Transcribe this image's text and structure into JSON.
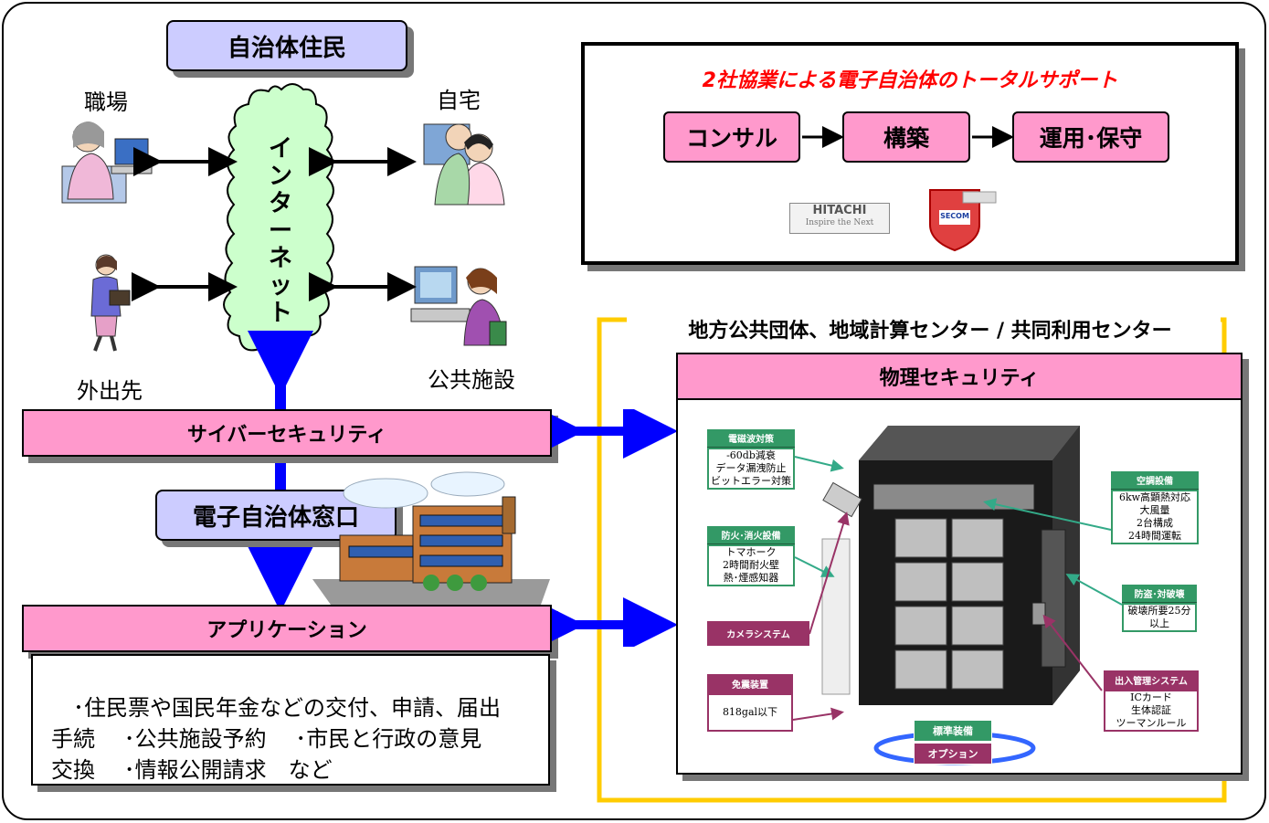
{
  "residents_label": "自治体住民",
  "locations": {
    "workplace": "職場",
    "home": "自宅",
    "outside": "外出先",
    "public_facility": "公共施設"
  },
  "internet_label": "インターネット",
  "total_support": {
    "title": "2社協業による電子自治体のトータルサポート",
    "steps": [
      "コンサル",
      "構築",
      "運用･保守"
    ],
    "logo_hitachi": [
      "HITACHI",
      "Inspire the Next"
    ],
    "logo_secom": "SECOM"
  },
  "cyber_security_label": "サイバーセキュリティ",
  "e_gov_window_label": "電子自治体窓口",
  "application_label": "アプリケーション",
  "application_text": [
    "･住民票や国民年金などの交付、申請、届出",
    "手続　 ･公共施設予約　 ･市民と行政の意見",
    "交換　 ･情報公開請求　など"
  ],
  "center_title": "地方公共団体、地域計算センター / 共同利用センター",
  "physical_security_label": "物理セキュリティ",
  "features": {
    "em_wave": {
      "title": "電磁波対策",
      "lines": [
        "-60db減衰",
        "データ漏洩防止",
        "ビットエラー対策"
      ]
    },
    "fire": {
      "title": "防火･消火設備",
      "lines": [
        "トマホーク",
        "2時間耐火壁",
        "熱･煙感知器"
      ]
    },
    "camera": {
      "title": "カメラシステム"
    },
    "seismic": {
      "title": "免震装置",
      "lines": [
        "818gal以下"
      ]
    },
    "aircon": {
      "title": "空調設備",
      "lines": [
        "6kw高顕熱対応",
        "大風量",
        "2台構成",
        "24時間運転"
      ]
    },
    "anti_theft": {
      "title": "防盗･対破壊",
      "lines": [
        "破壊所要25分",
        "以上"
      ]
    },
    "access": {
      "title": "出入管理システム",
      "lines": [
        "ICカード",
        "生体認証",
        "ツーマンルール"
      ]
    }
  },
  "legend": {
    "standard": "標準装備",
    "option": "オプション"
  }
}
